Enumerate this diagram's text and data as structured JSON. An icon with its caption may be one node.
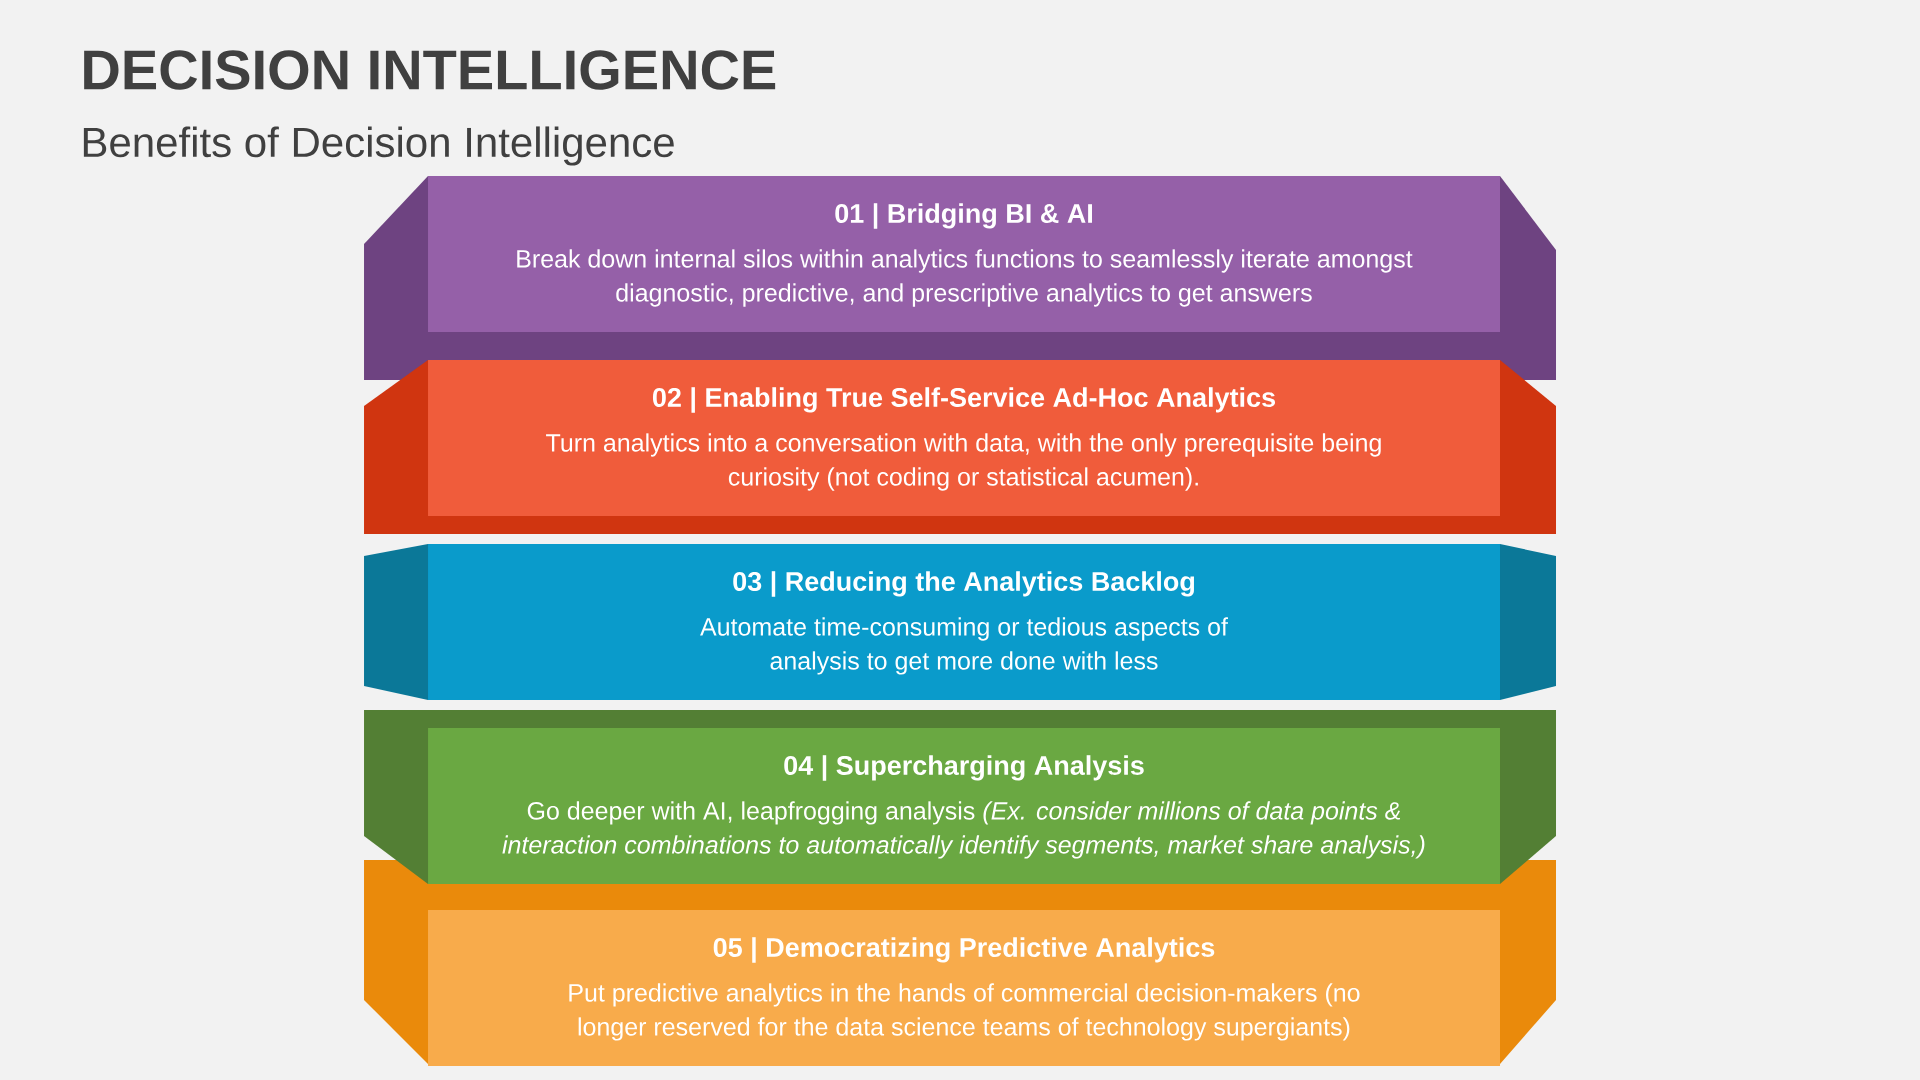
{
  "diagram": {
    "title": "DECISION INTELLIGENCE",
    "nodes": [
      {
        "text": [
          "01 | Bridging BI & AI",
          "Break down internal silos within analytics functions to seamlessly iterate amongst diagnostic, predictive, and prescriptive analytics to get answers"
        ]
      },
      {
        "text": [
          "02 | Enabling True Self-Service Ad-Hoc Analytics",
          "Turn analytics into a conversation with data, with the only prerequisite being curiosity (not coding or statistical acumen)."
        ]
      },
      {
        "text": [
          "03 | Reducing the Analytics Backlog",
          "Automate time-consuming or tedious aspects of analysis to get more done with less"
        ]
      },
      {
        "text": [
          "04 | Supercharging Analysis",
          "Go deeper with AI, leapfrogging analysis *(Ex. consider millions of data points & interaction combinations to automatically identify segments, market share analysis,)*"
        ]
      },
      {
        "text": [
          "05 | Democratizing Predictive Analytics",
          "Put predictive analytics in the hands of commercial decision-makers (no longer reserved for the data science teams of technology supergiants)"
        ]
      }
    ],
    "labels": [
      "Benefits of Decision Intelligence"
    ]
  }
}
